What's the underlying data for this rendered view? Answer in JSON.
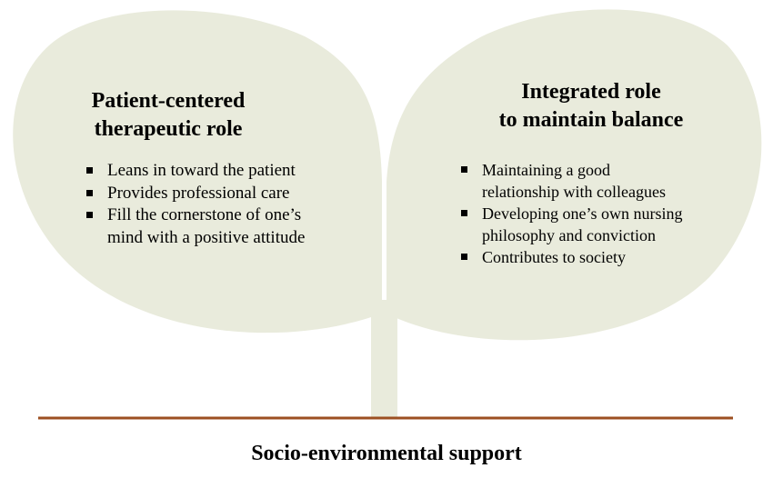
{
  "colors": {
    "leaf_fill": "#E9EBDC",
    "ground_line": "#9C4F21",
    "text": "#000000"
  },
  "left_leaf": {
    "title_line1": "Patient-centered",
    "title_line2": "therapeutic role",
    "items": [
      {
        "line1": "Leans in toward the patient",
        "line2": ""
      },
      {
        "line1": "Provides professional care",
        "line2": ""
      },
      {
        "line1": "Fill the cornerstone of one’s",
        "line2": "mind with a positive attitude"
      }
    ]
  },
  "right_leaf": {
    "title_line1": "Integrated role",
    "title_line2": "to maintain balance",
    "items": [
      {
        "line1": "Maintaining a good",
        "line2": "relationship with colleagues"
      },
      {
        "line1": "Developing one’s own nursing",
        "line2": "philosophy and conviction"
      },
      {
        "line1": "Contributes to society",
        "line2": ""
      }
    ]
  },
  "ground_label": "Socio-environmental support"
}
